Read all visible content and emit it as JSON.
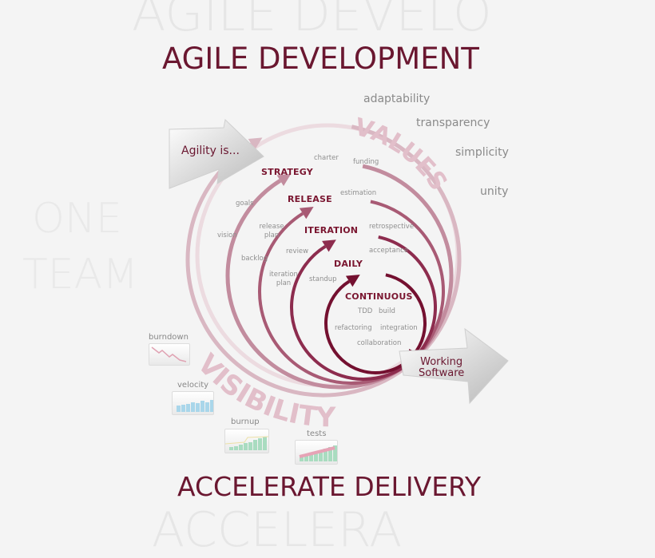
{
  "watermarks": {
    "top": "AGILE DEVELO",
    "one": "ONE",
    "team": "TEAM",
    "bottom": "ACCELERA"
  },
  "title": "AGILE DEVELOPMENT",
  "subtitle": "ACCELERATE DELIVERY",
  "agility_arrow": "Agility is...",
  "working_arrow": {
    "line1": "Working",
    "line2": "Software"
  },
  "values_label": "VALUES",
  "visibility_label": "VISIBILITY",
  "values": [
    "adaptability",
    "transparency",
    "simplicity",
    "unity"
  ],
  "levels": [
    "STRATEGY",
    "RELEASE",
    "ITERATION",
    "DAILY",
    "CONTINUOUS"
  ],
  "practices": {
    "charter": "charter",
    "funding": "funding",
    "goals": "goals",
    "estimation": "estimation",
    "vision": "vision",
    "release_plan": "release plan",
    "retrospective": "retrospective",
    "review": "review",
    "backlog": "backlog",
    "acceptance": "acceptance",
    "iteration_plan": "iteration plan",
    "standup": "standup",
    "tdd": "TDD",
    "build": "build",
    "refactoring": "refactoring",
    "integration": "integration",
    "collaboration": "collaboration"
  },
  "metrics": [
    "burndown",
    "velocity",
    "burnup",
    "tests"
  ],
  "colors": {
    "brand": "#6a1730",
    "loops": [
      "#d9b7c2",
      "#c28c9e",
      "#a85a74",
      "#8d2c4e",
      "#741030"
    ]
  }
}
